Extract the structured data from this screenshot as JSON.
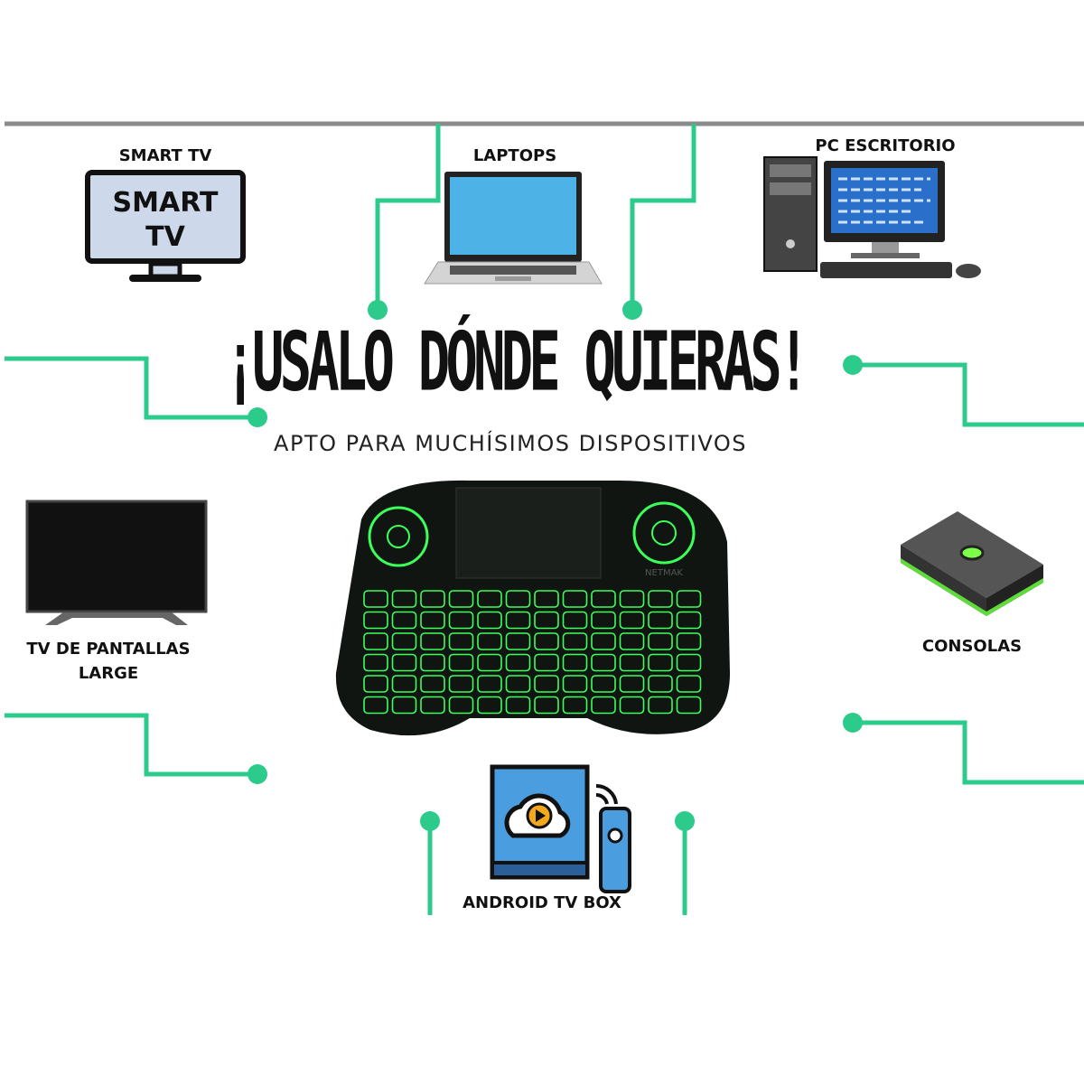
{
  "headline": "¡USALO DÓNDE QUIERAS!",
  "subheadline": "APTO PARA MUCHÍSIMOS DISPOSITIVOS",
  "devices": {
    "smart_tv": {
      "label": "SMART TV",
      "screen_line1": "SMART",
      "screen_line2": "TV"
    },
    "laptops": {
      "label": "LAPTOPS"
    },
    "pc": {
      "label": "PC ESCRITORIO"
    },
    "tv_large": {
      "label_line1": "TV DE PANTALLAS",
      "label_line2": "LARGE"
    },
    "consoles": {
      "label": "CONSOLAS"
    },
    "android_box": {
      "label": "ANDROID TV BOX"
    }
  },
  "keyboard": {
    "brand": "NETMAK"
  },
  "colors": {
    "accent": "#2ccb8c",
    "border": "#8a8a8a",
    "key_glow": "#3cff5a"
  }
}
